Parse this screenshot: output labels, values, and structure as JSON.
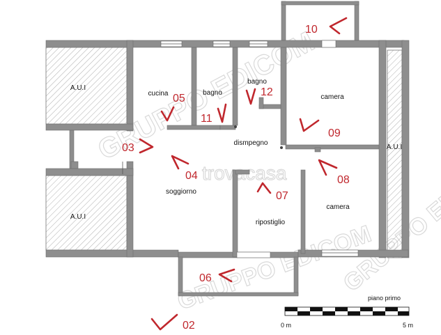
{
  "rooms": {
    "aui_top_left": "A.U.I",
    "aui_bottom_left": "A.U.I",
    "aui_right": "A.U.I",
    "cucina": "cucina",
    "bagno_1": "bagno",
    "bagno_2": "bagno",
    "camera_top": "camera",
    "dismpegno": "dismpegno",
    "soggiorno": "soggiorno",
    "ripostiglio": "ripostiglio",
    "camera_bottom": "camera"
  },
  "photo_points": {
    "p02": "02",
    "p03": "03",
    "p04": "04",
    "p05": "05",
    "p06": "06",
    "p07": "07",
    "p08": "08",
    "p09": "09",
    "p10": "10",
    "p11": "11",
    "p12": "12"
  },
  "scale": {
    "title": "piano primo",
    "start_label": "0 m",
    "end_label": "5 m"
  },
  "watermarks": {
    "brand_top": "GRUPPO EDICOM",
    "brand_bottom": "GRUPPO EDICOM",
    "brand_right": "GRUPPO ED",
    "site": "trovacasa"
  },
  "colors": {
    "walls": "#8e8e8e",
    "photo_markers": "#c0272d",
    "watermark": "#d9d9d9"
  }
}
